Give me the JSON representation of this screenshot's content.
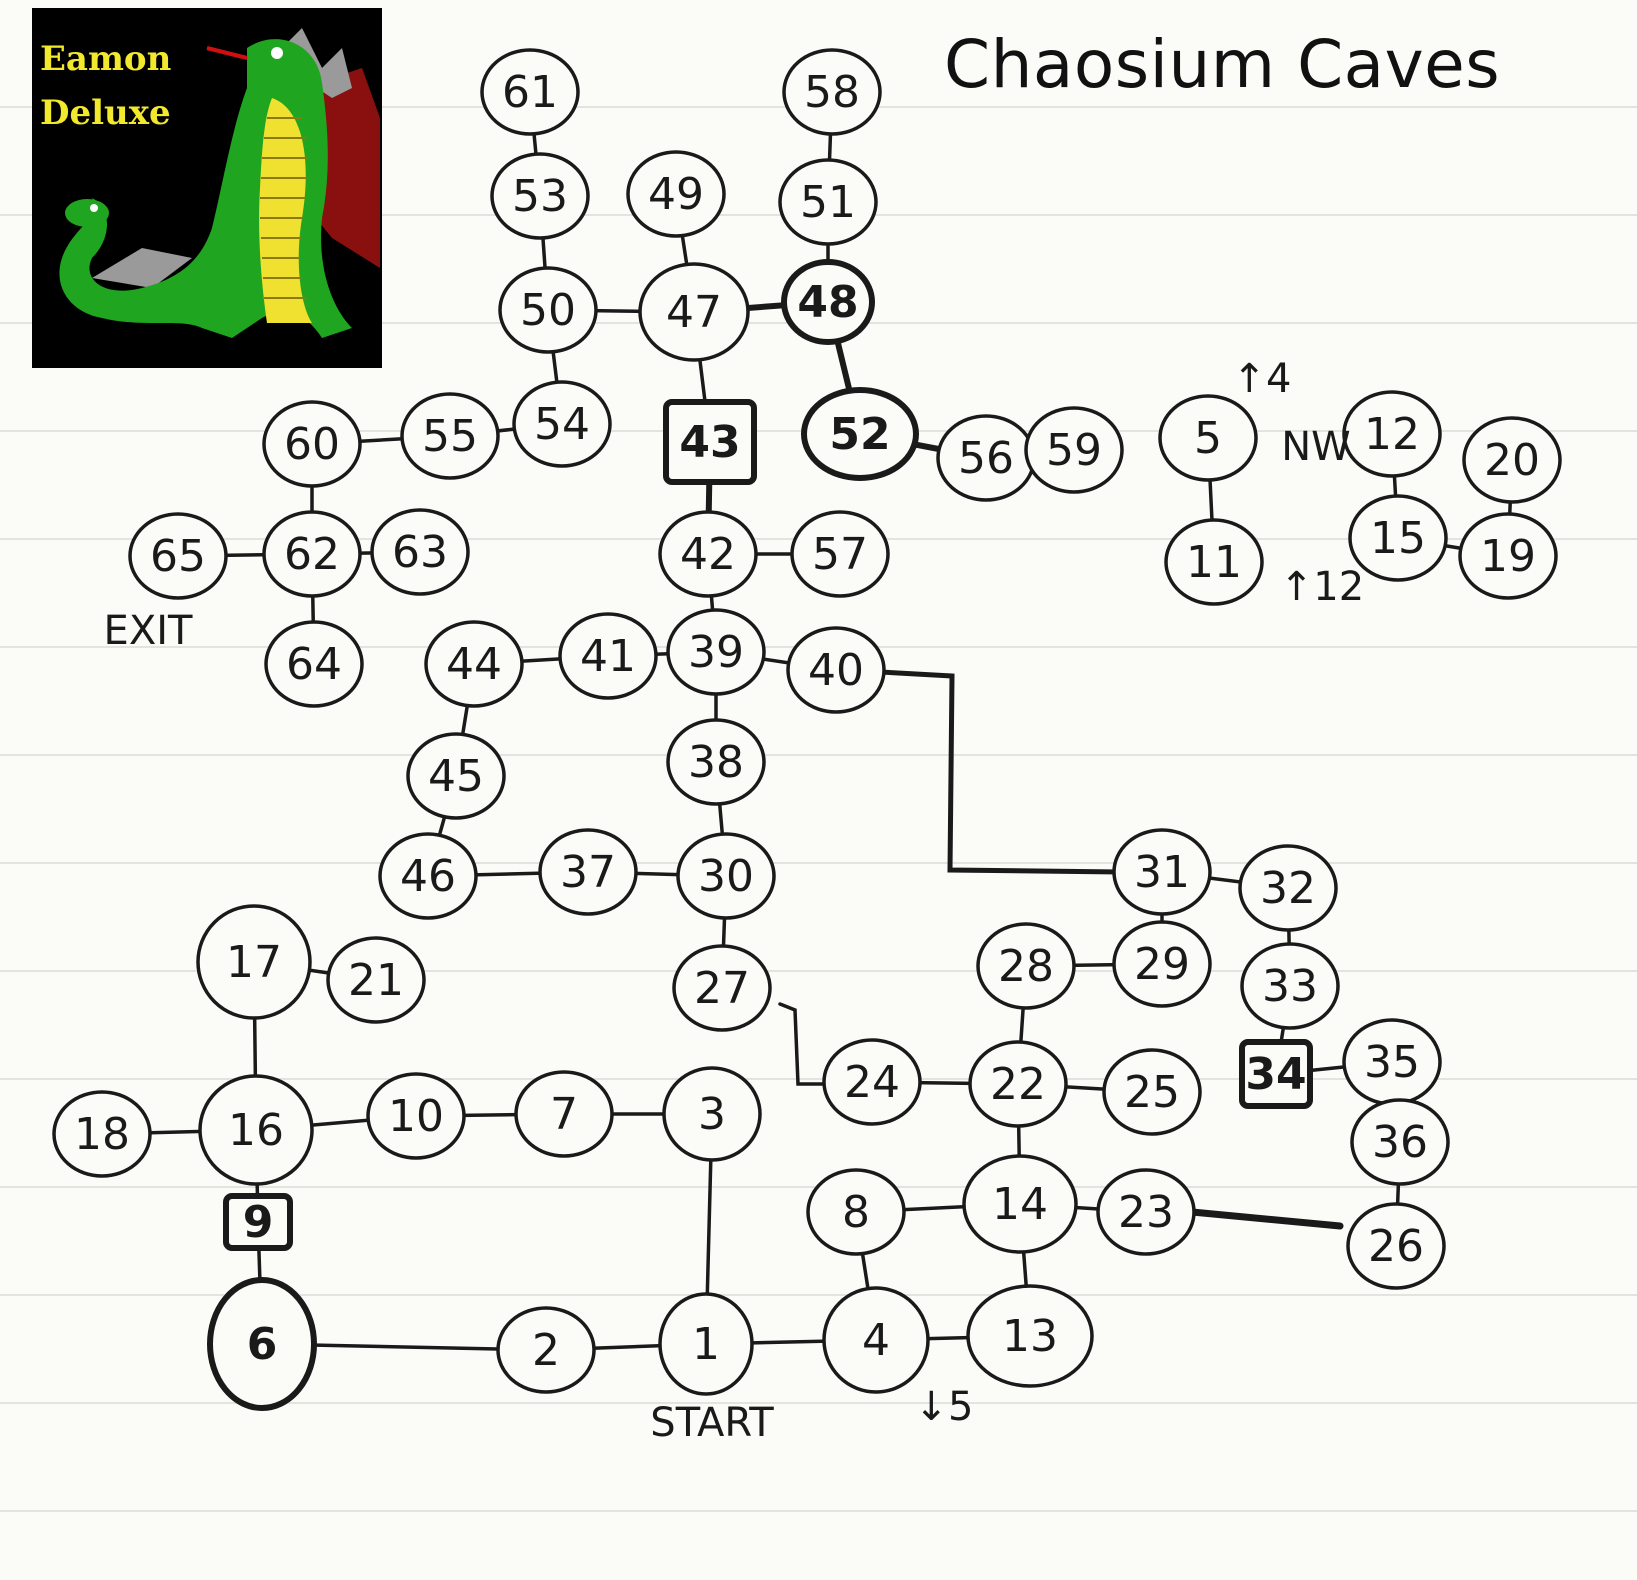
{
  "title": "Chaosium Caves",
  "logo": {
    "line1": "Eamon",
    "line2": "Deluxe"
  },
  "nodes": [
    {
      "id": "61",
      "label": "61"
    },
    {
      "id": "58",
      "label": "58"
    },
    {
      "id": "53",
      "label": "53"
    },
    {
      "id": "49",
      "label": "49"
    },
    {
      "id": "51",
      "label": "51"
    },
    {
      "id": "50",
      "label": "50"
    },
    {
      "id": "47",
      "label": "47"
    },
    {
      "id": "48",
      "label": "48",
      "bold": true
    },
    {
      "id": "60",
      "label": "60"
    },
    {
      "id": "55",
      "label": "55"
    },
    {
      "id": "54",
      "label": "54"
    },
    {
      "id": "43",
      "label": "43",
      "box": true
    },
    {
      "id": "52",
      "label": "52",
      "bold": true
    },
    {
      "id": "56",
      "label": "56"
    },
    {
      "id": "59",
      "label": "59"
    },
    {
      "id": "5",
      "label": "5"
    },
    {
      "id": "12",
      "label": "12"
    },
    {
      "id": "20",
      "label": "20"
    },
    {
      "id": "11",
      "label": "11"
    },
    {
      "id": "15",
      "label": "15"
    },
    {
      "id": "19",
      "label": "19"
    },
    {
      "id": "65",
      "label": "65"
    },
    {
      "id": "62",
      "label": "62"
    },
    {
      "id": "63",
      "label": "63"
    },
    {
      "id": "42",
      "label": "42"
    },
    {
      "id": "57",
      "label": "57"
    },
    {
      "id": "64",
      "label": "64"
    },
    {
      "id": "44",
      "label": "44"
    },
    {
      "id": "41",
      "label": "41"
    },
    {
      "id": "39",
      "label": "39"
    },
    {
      "id": "40",
      "label": "40"
    },
    {
      "id": "45",
      "label": "45"
    },
    {
      "id": "38",
      "label": "38"
    },
    {
      "id": "46",
      "label": "46"
    },
    {
      "id": "37",
      "label": "37"
    },
    {
      "id": "30",
      "label": "30"
    },
    {
      "id": "31",
      "label": "31"
    },
    {
      "id": "32",
      "label": "32"
    },
    {
      "id": "17",
      "label": "17"
    },
    {
      "id": "21",
      "label": "21"
    },
    {
      "id": "27",
      "label": "27"
    },
    {
      "id": "28",
      "label": "28"
    },
    {
      "id": "29",
      "label": "29"
    },
    {
      "id": "33",
      "label": "33"
    },
    {
      "id": "18",
      "label": "18"
    },
    {
      "id": "16",
      "label": "16"
    },
    {
      "id": "10",
      "label": "10"
    },
    {
      "id": "7",
      "label": "7"
    },
    {
      "id": "3",
      "label": "3"
    },
    {
      "id": "24",
      "label": "24"
    },
    {
      "id": "22",
      "label": "22"
    },
    {
      "id": "25",
      "label": "25"
    },
    {
      "id": "34",
      "label": "34",
      "box": true
    },
    {
      "id": "35",
      "label": "35"
    },
    {
      "id": "36",
      "label": "36"
    },
    {
      "id": "9",
      "label": "9",
      "box": true
    },
    {
      "id": "8",
      "label": "8"
    },
    {
      "id": "14",
      "label": "14"
    },
    {
      "id": "23",
      "label": "23"
    },
    {
      "id": "26",
      "label": "26"
    },
    {
      "id": "6",
      "label": "6",
      "bold": true
    },
    {
      "id": "2",
      "label": "2"
    },
    {
      "id": "1",
      "label": "1"
    },
    {
      "id": "4",
      "label": "4"
    },
    {
      "id": "13",
      "label": "13"
    }
  ],
  "notes": {
    "start": "START",
    "exit": "EXIT",
    "up4": "↑4",
    "nw": "NW",
    "up12": "↑12",
    "down5": "↓5"
  }
}
